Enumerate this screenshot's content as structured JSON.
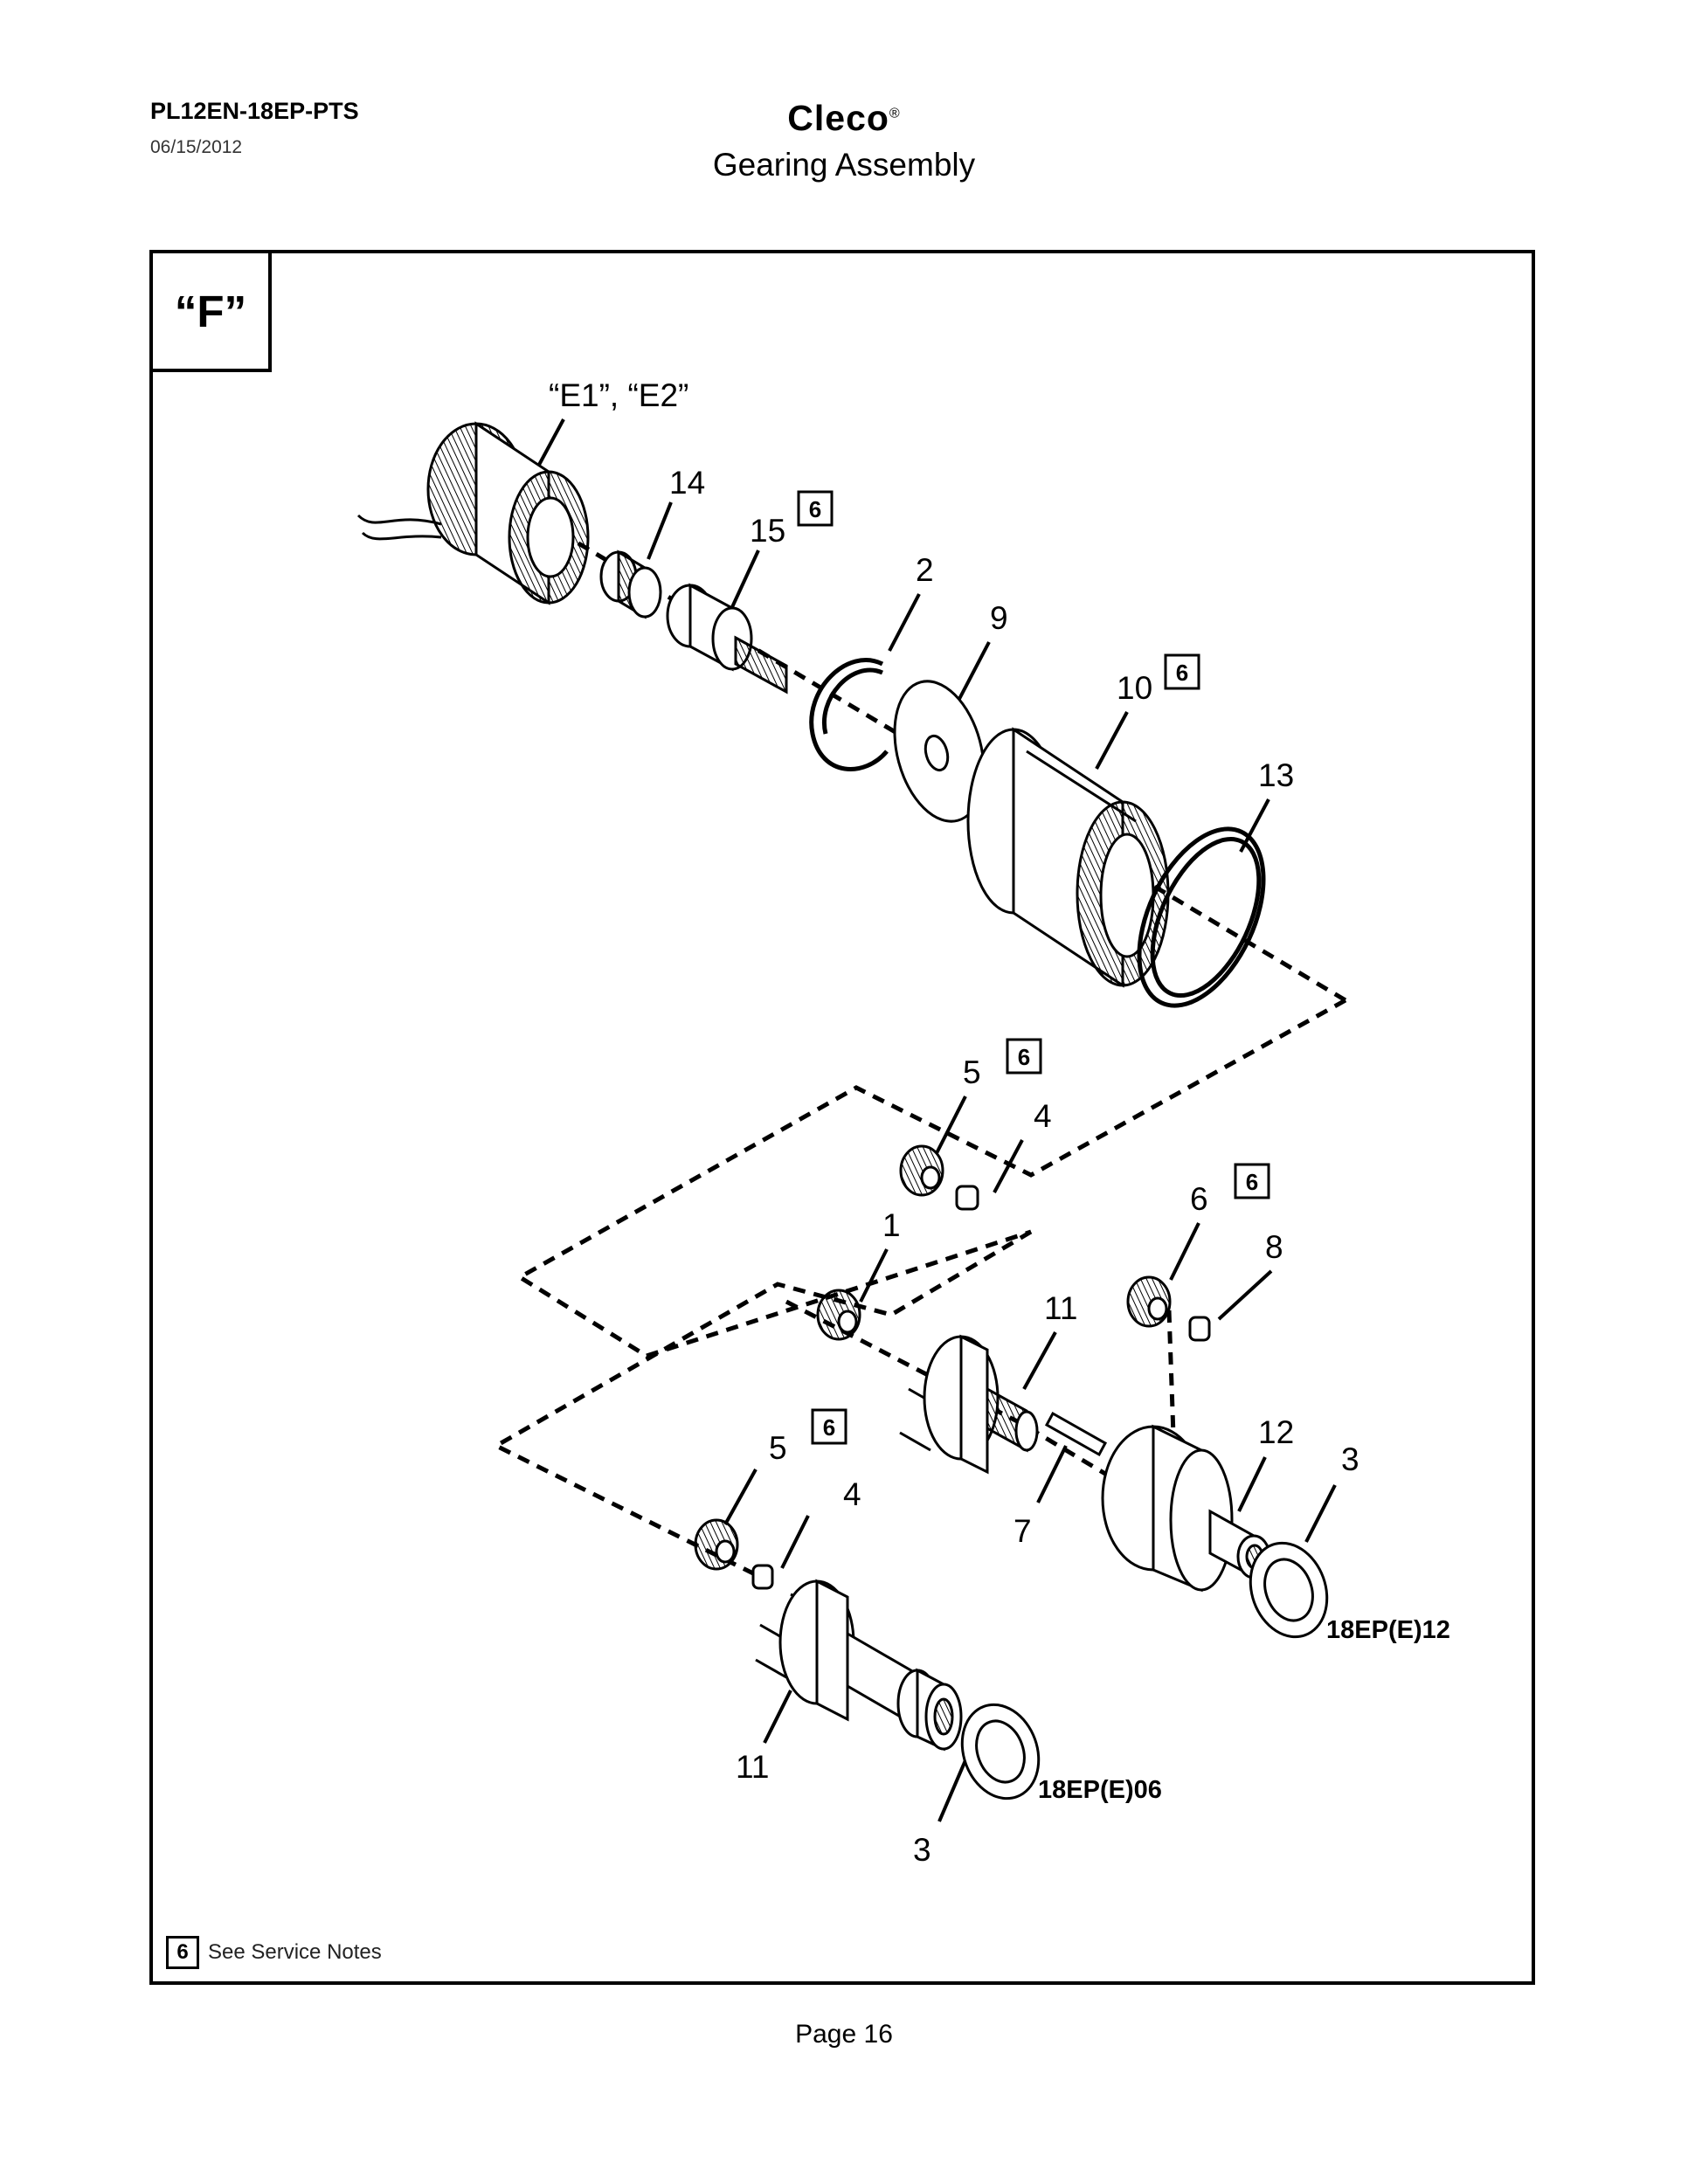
{
  "header": {
    "doc_id": "PL12EN-18EP-PTS",
    "date": "06/15/2012",
    "brand": "Cleco",
    "brand_mark": "®",
    "title": "Gearing Assembly"
  },
  "view_label": "“F”",
  "callouts": {
    "e_ref": "“E1”, “E2”",
    "n14": "14",
    "n15": "15",
    "n2": "2",
    "n9": "9",
    "n10": "10",
    "n13": "13",
    "n5a": "5",
    "n4a": "4",
    "n1": "1",
    "n6": "6",
    "n8": "8",
    "n11a": "11",
    "n12": "12",
    "n3a": "3",
    "n7": "7",
    "n5b": "5",
    "n4b": "4",
    "n11b": "11",
    "n3b": "3"
  },
  "note_tag": "6",
  "model_labels": {
    "m12": "18EP(E)12",
    "m06": "18EP(E)06"
  },
  "legend": {
    "tag": "6",
    "text": "See Service Notes"
  },
  "footer": {
    "page": "Page 16"
  }
}
